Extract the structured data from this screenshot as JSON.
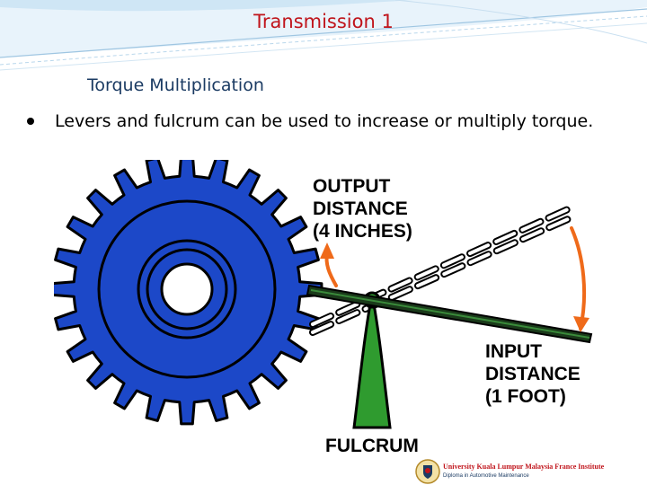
{
  "slide": {
    "title": "Transmission 1",
    "subtitle": "Torque Multiplication",
    "bullets": [
      {
        "text": "Levers and fulcrum can be used to increase or multiply torque."
      }
    ]
  },
  "figure": {
    "labels": {
      "output_line1": "OUTPUT",
      "output_line2": "DISTANCE",
      "output_line3": "(4 INCHES)",
      "input_line1": "INPUT",
      "input_line2": "DISTANCE",
      "input_line3": "(1 FOOT)",
      "fulcrum": "FULCRUM"
    },
    "colors": {
      "gear": "#1c48c8",
      "fulcrum": "#2f9b2f",
      "arrows": "#ef6a1a",
      "lever": "#1a3a1a"
    }
  },
  "footer": {
    "institution": "University Kuala Lumpur Malaysia France Institute",
    "program": "Diploma in Automotive Maintenance"
  },
  "theme": {
    "title_color": "#c0141b",
    "accent_blue": "#1b3b63"
  }
}
